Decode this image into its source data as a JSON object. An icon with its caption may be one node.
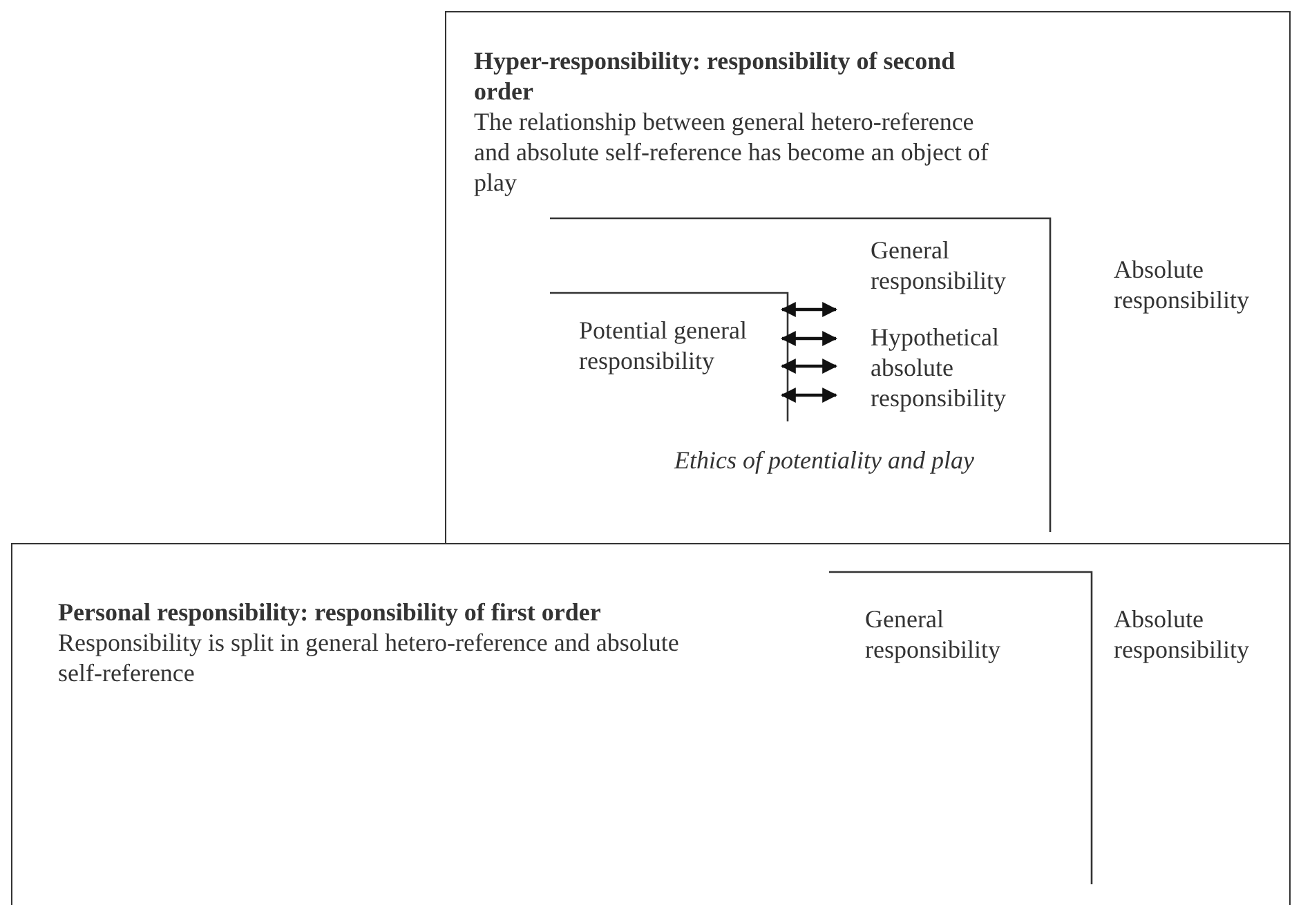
{
  "diagram": {
    "nodes": [
      {
        "text": [
          "Hyper-responsibility: responsibility of second order",
          "The relationship between general hetero-reference and absolute self-reference has become an object of play"
        ]
      },
      {
        "text": [
          "Potential general responsibility"
        ],
        "in": 0
      },
      {
        "text": [
          "Hypothetical absolute responsibility"
        ],
        "in": 0
      },
      {
        "text": [
          "Personal responsibility: responsibility of first order",
          "Responsibility is split in general hetero-reference and absolute self-reference"
        ]
      }
    ],
    "edges": [
      {
        "from": 1,
        "to": 2,
        "arrow": "both"
      },
      {
        "from": 1,
        "to": 2,
        "arrow": "both"
      },
      {
        "from": 1,
        "to": 2,
        "arrow": "both"
      },
      {
        "from": 1,
        "to": 2,
        "arrow": "both"
      }
    ],
    "labels": [
      "General responsibility",
      "Absolute responsibility",
      "Ethics of potentiality and play",
      "General responsibility",
      "Absolute responsibility"
    ]
  }
}
